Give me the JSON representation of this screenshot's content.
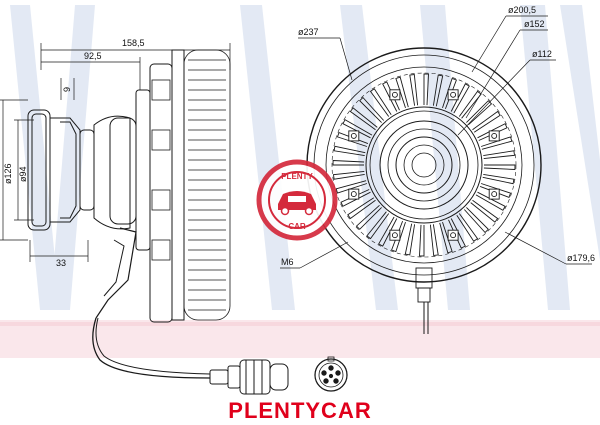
{
  "colors": {
    "line": "#1a1a1a",
    "watermark_blue": "#c9d6ea",
    "watermark_band": "#f4c7cf",
    "seal_red": "#d42a3c",
    "brand_red": "#e0001b"
  },
  "side_view": {
    "dims": {
      "overall_width": "158,5",
      "hub_width": "92,5",
      "bore_height": "9",
      "outer_diameter": "ø126",
      "inner_diameter": "ø94",
      "flange_width": "33"
    }
  },
  "front_view": {
    "dims": {
      "outer_diameter": "ø237",
      "ring_diameter": "ø200,5",
      "mid_diameter": "ø152",
      "hub_diameter": "ø112",
      "bolt_circle": "ø179,6",
      "thread": "M6"
    }
  },
  "seal": {
    "text_top": "PLENTY",
    "text_bottom": "CAR",
    "icon": "car-seal-logo"
  },
  "connector_icon": "round-connector-pin-icon",
  "brand": {
    "label": "PLENTYCAR"
  }
}
